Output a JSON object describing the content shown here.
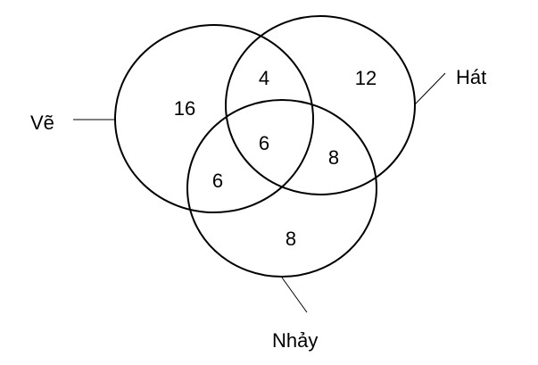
{
  "diagram": {
    "type": "venn",
    "sets": [
      {
        "name": "Vẽ",
        "color": "#000000"
      },
      {
        "name": "Hát",
        "color": "#000000"
      },
      {
        "name": "Nhảy",
        "color": "#000000"
      }
    ],
    "regions": {
      "ve_only": "16",
      "hat_only": "12",
      "nhay_only": "8",
      "ve_hat": "4",
      "ve_nhay": "6",
      "hat_nhay": "8",
      "all_three": "6"
    }
  }
}
